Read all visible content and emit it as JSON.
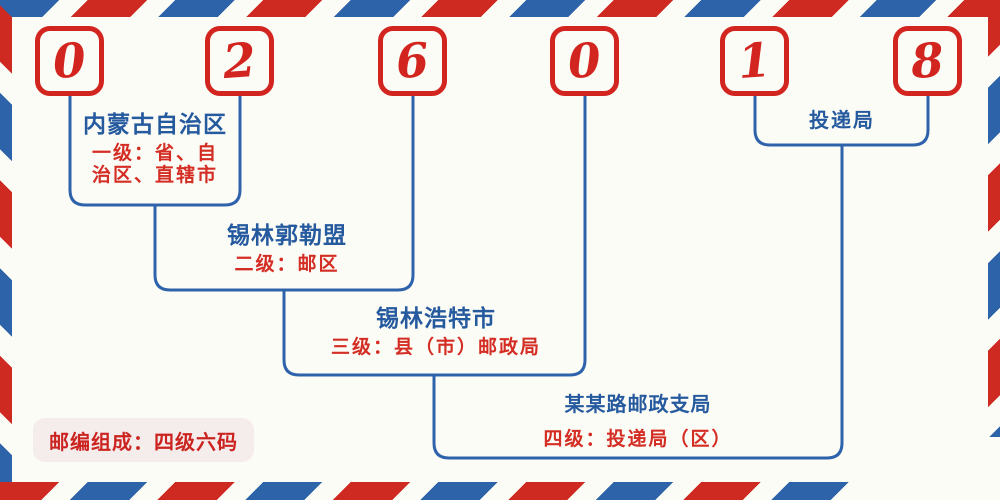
{
  "postal_code": {
    "digits": [
      "0",
      "2",
      "6",
      "0",
      "1",
      "8"
    ]
  },
  "levels": [
    {
      "region": "内蒙古自治区",
      "meaning": "一级：省、自\n治区、直辖市"
    },
    {
      "region": "锡林郭勒盟",
      "meaning": "二级：邮区"
    },
    {
      "region": "锡林浩特市",
      "meaning": "三级：县（市）邮政局"
    },
    {
      "region": "某某路邮政支局",
      "meaning": "四级：投递局（区）"
    }
  ],
  "delivery_office_label": "投递局",
  "footer_note": "邮编组成：四级六码",
  "colors": {
    "stripe_red": "#cf2a21",
    "stripe_blue": "#2d63a8",
    "digit_red": "#d3251f",
    "label_blue": "#265a9f",
    "label_red": "#d32d24",
    "line_blue": "#2e63ac",
    "footer_bg": "#f5ecec"
  }
}
